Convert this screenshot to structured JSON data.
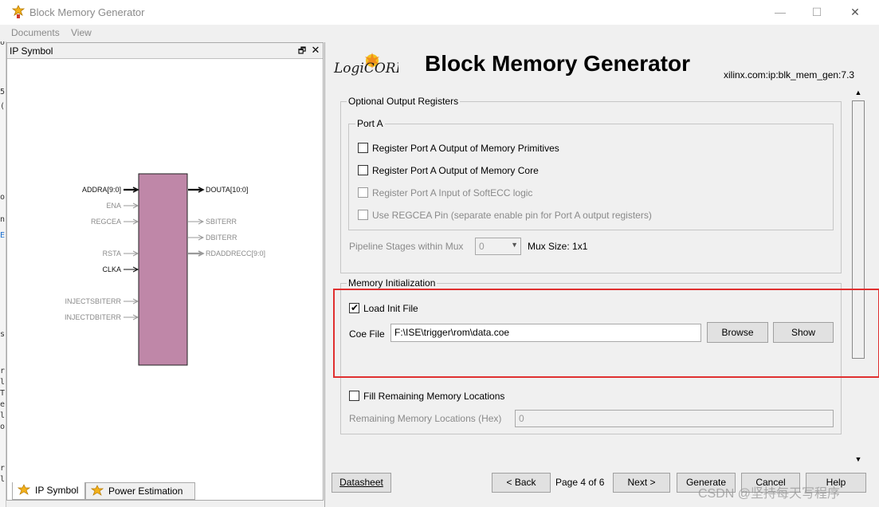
{
  "window": {
    "title": "Block Memory Generator",
    "minimize": "—",
    "maximize": "☐",
    "close": "✕"
  },
  "menu": {
    "documents": "Documents",
    "view": "View"
  },
  "left_strip": [
    "ol",
    "5",
    "(",
    "o",
    "n",
    "E",
    "s",
    "r",
    "l",
    "T",
    "e",
    "l",
    "o",
    "r",
    "l"
  ],
  "ip_panel": {
    "title": "IP Symbol",
    "restore_icon": "🗗",
    "close_icon": "✕",
    "symbol": {
      "block_color": "#bf87a8",
      "left_pins": [
        {
          "label": "ADDRA[9:0]",
          "active": true,
          "bus": true
        },
        {
          "label": "ENA",
          "active": false,
          "bus": false
        },
        {
          "label": "REGCEA",
          "active": false,
          "bus": false
        },
        {
          "label": "RSTA",
          "active": false,
          "bus": false
        },
        {
          "label": "CLKA",
          "active": true,
          "bus": false
        },
        {
          "label": "INJECTSBITERR",
          "active": false,
          "bus": false
        },
        {
          "label": "INJECTDBITERR",
          "active": false,
          "bus": false
        }
      ],
      "right_pins": [
        {
          "label": "DOUTA[10:0]",
          "active": true,
          "bus": true
        },
        {
          "label": "SBITERR",
          "active": false,
          "bus": false
        },
        {
          "label": "DBITERR",
          "active": false,
          "bus": false
        },
        {
          "label": "RDADDRECC[9:0]",
          "active": false,
          "bus": true
        }
      ]
    },
    "tabs": [
      {
        "label": "IP Symbol",
        "active": true
      },
      {
        "label": "Power Estimation",
        "active": false
      }
    ]
  },
  "header": {
    "logo_text": "LogiCORE",
    "title": "Block Memory Generator",
    "ip_version": "xilinx.com:ip:blk_mem_gen:7.3"
  },
  "optional_output_registers": {
    "legend": "Optional Output Registers",
    "port_a": {
      "legend": "Port A",
      "options": [
        {
          "label": "Register Port A Output of Memory Primitives",
          "checked": false,
          "enabled": true
        },
        {
          "label": "Register Port A Output of Memory Core",
          "checked": false,
          "enabled": true
        },
        {
          "label": "Register Port A Input of SoftECC logic",
          "checked": false,
          "enabled": false
        },
        {
          "label": "Use REGCEA Pin (separate enable pin for Port A output registers)",
          "checked": false,
          "enabled": false
        }
      ]
    },
    "pipeline_label": "Pipeline Stages within Mux",
    "pipeline_value": "0",
    "mux_size": "Mux Size: 1x1"
  },
  "memory_init": {
    "legend": "Memory Initialization",
    "load_init_file": {
      "label": "Load Init File",
      "checked": true
    },
    "coe_label": "Coe File",
    "coe_value": "F:\\ISE\\trigger\\rom\\data.coe",
    "browse": "Browse",
    "show": "Show",
    "fill_remaining": {
      "label": "Fill Remaining Memory Locations",
      "checked": false
    },
    "remaining_label": "Remaining Memory Locations (Hex)",
    "remaining_value": "0"
  },
  "footer": {
    "datasheet": "Datasheet",
    "back": "< Back",
    "page_indicator": "Page 4 of 6",
    "next": "Next >",
    "generate": "Generate",
    "cancel": "Cancel",
    "help": "Help"
  },
  "watermark": "CSDN @坚持每天写程序",
  "colors": {
    "highlight": "#e03030",
    "symbol_block": "#bf87a8"
  }
}
